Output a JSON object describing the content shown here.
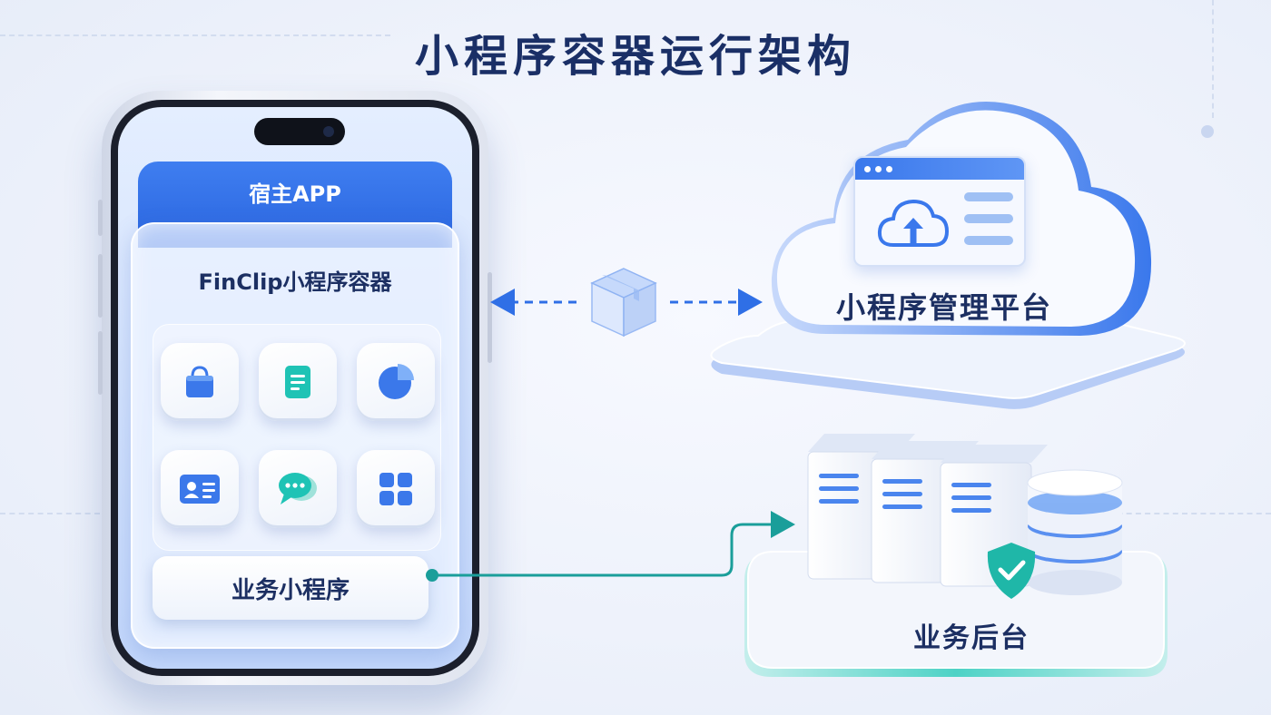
{
  "title": "小程序容器运行架构",
  "phone": {
    "host_app": "宿主APP",
    "container": "FinClip小程序容器",
    "apps": [
      {
        "icon": "shopping-bag-icon",
        "color": "#3b78ea"
      },
      {
        "icon": "document-icon",
        "color": "#1fc3b5"
      },
      {
        "icon": "pie-chart-icon",
        "color": "#3b78ea"
      },
      {
        "icon": "id-card-icon",
        "color": "#3b78ea"
      },
      {
        "icon": "chat-bubble-icon",
        "color": "#1fc3b5"
      },
      {
        "icon": "grid-apps-icon",
        "color": "#3b78ea"
      }
    ],
    "business_miniprogram": "业务小程序"
  },
  "platform": {
    "label": "小程序管理平台",
    "icon": "cloud-upload-icon"
  },
  "backend": {
    "label": "业务后台",
    "icons": [
      "server-rack-icon",
      "database-icon",
      "shield-check-icon"
    ]
  },
  "colors": {
    "primary_blue": "#2f6fe6",
    "teal": "#1a9e9a",
    "navy_text": "#1a2f66"
  }
}
